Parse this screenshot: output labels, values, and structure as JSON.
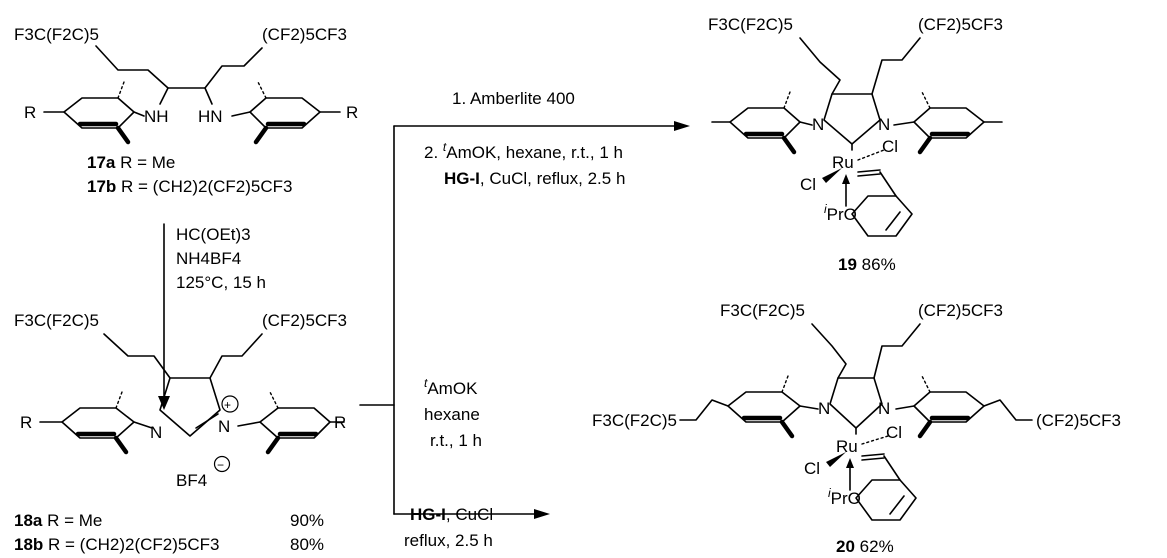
{
  "compounds": {
    "c17": {
      "sub_top_left": "F3C(F2C)5",
      "sub_top_right": "(CF2)5CF3",
      "r_left": "R",
      "r_right": "R",
      "nh_left": "NH",
      "nh_right": "HN",
      "label_a_id": "17a",
      "label_a_text": "R = Me",
      "label_b_id": "17b",
      "label_b_text": "R = (CH2)2(CF2)5CF3"
    },
    "c18": {
      "sub_top_left": "F3C(F2C)5",
      "sub_top_right": "(CF2)5CF3",
      "r_left": "R",
      "r_right": "R",
      "n_left": "N",
      "n_right": "N",
      "charge": "+",
      "counterion": "BF4",
      "counterion_charge": "−",
      "label_a_id": "18a",
      "label_a_text": "R = Me",
      "label_a_yield": "90%",
      "label_b_id": "18b",
      "label_b_text": "R = (CH2)2(CF2)5CF3",
      "label_b_yield": "80%"
    },
    "c19": {
      "sub_top_left": "F3C(F2C)5",
      "sub_top_right": "(CF2)5CF3",
      "n_left": "N",
      "n_right": "N",
      "ru": "Ru",
      "cl_top": "Cl",
      "cl_left": "Cl",
      "ipro": "PrO",
      "ipr_sup": "i",
      "label_id": "19",
      "label_yield": "86%"
    },
    "c20": {
      "sub_top_left": "F3C(F2C)5",
      "sub_top_right": "(CF2)5CF3",
      "sub_side_left": "F3C(F2C)5",
      "sub_side_right": "(CF2)5CF3",
      "n_left": "N",
      "n_right": "N",
      "ru": "Ru",
      "cl_top": "Cl",
      "cl_left": "Cl",
      "ipro": "PrO",
      "ipr_sup": "i",
      "label_id": "20",
      "label_yield": "62%"
    }
  },
  "conditions": {
    "step1": {
      "line1": "HC(OEt)3",
      "line2": "NH4BF4",
      "line3": "125°C, 15 h"
    },
    "to19": {
      "line1": "1. Amberlite 400",
      "line2_prefix": "2. ",
      "line2_sup": "t",
      "line2_rest": "AmOK, hexane, r.t., 1 h",
      "line3_bold": "HG-I",
      "line3_rest": ", CuCl, reflux, 2.5 h"
    },
    "to20": {
      "line1_sup": "t",
      "line1_rest": "AmOK",
      "line2": "hexane",
      "line3": "r.t., 1 h",
      "line4_bold": "HG-I",
      "line4_rest": ", CuCl",
      "line5": "reflux, 2.5 h"
    }
  }
}
